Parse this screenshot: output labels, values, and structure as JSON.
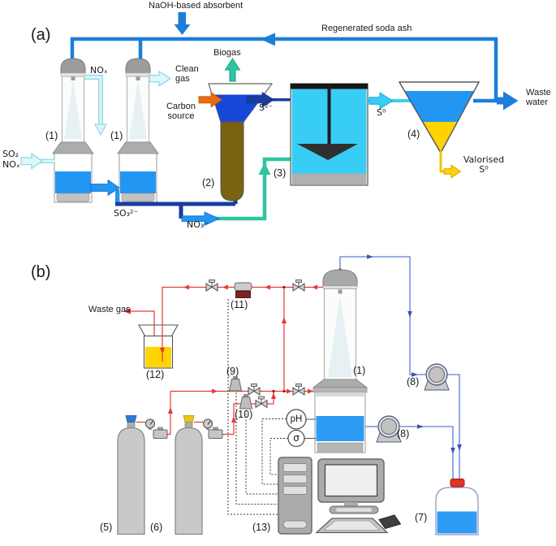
{
  "a": {
    "panel": "(a)",
    "naoh": "NaOH-based absorbent",
    "regen": "Regenerated soda ash",
    "so2": "SO₂",
    "nox_feed": "NOₓ",
    "nox": "NOₓ",
    "clean_gas": "Clean gas",
    "biogas": "Biogas",
    "carbon_source": "Carbon source",
    "sulfide": "S²⁻",
    "sulfite": "SO₃²⁻",
    "nitrate": "NO₃⁻",
    "sulfur": "S⁰",
    "valorised_sulfur": "Valorised S⁰",
    "waste_water": "Waste water",
    "unit1a": "(1)",
    "unit1b": "(1)",
    "unit2": "(2)",
    "unit3": "(3)",
    "unit4": "(4)"
  },
  "b": {
    "panel": "(b)",
    "waste_gas": "Waste gas",
    "ph": "pH",
    "sigma": "σ",
    "unit1": "(1)",
    "unit5": "(5)",
    "unit6": "(6)",
    "unit7": "(7)",
    "unit8a": "(8)",
    "unit8b": "(8)",
    "unit9": "(9)",
    "unit10": "(10)",
    "unit11": "(11)",
    "unit12": "(12)",
    "unit13": "(13)"
  },
  "colors": {
    "pipe_blue": "#1C7ED9",
    "navy": "#1A3C9E",
    "teal": "#2EC4A0",
    "cyan": "#38CDF5",
    "pale_gas_fill": "#DFF6FA",
    "pale_gas_edge": "#8FD8EA",
    "orange": "#ED6A0E",
    "yellow": "#FFD400",
    "deep_blue": "#1747D8",
    "brown": "#7A6212",
    "red_line": "#E53935",
    "water_line_blue": "#5F7CD8",
    "liquid_blue": "#2E9BF5",
    "column_blue": "#2196F3"
  }
}
